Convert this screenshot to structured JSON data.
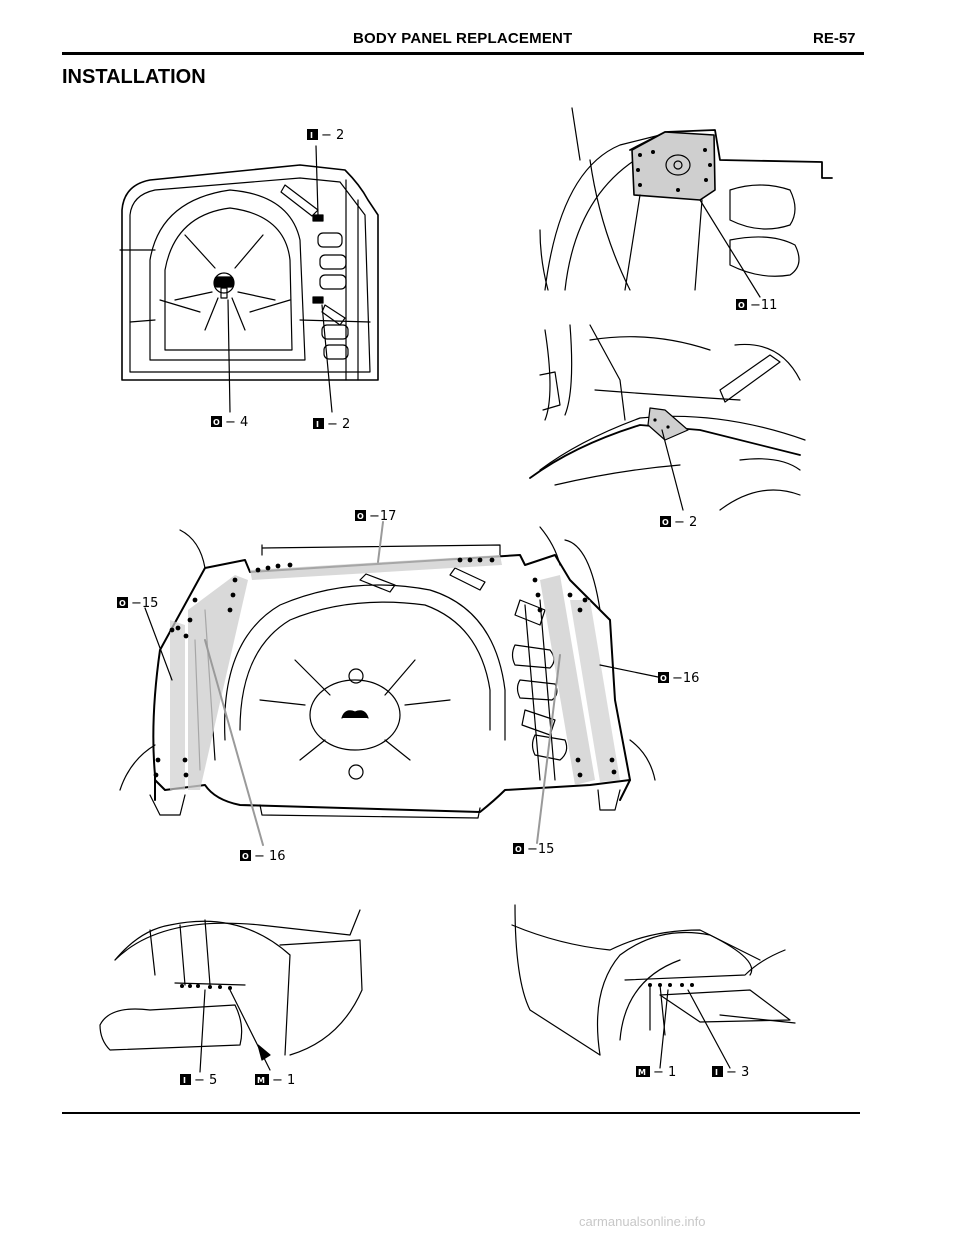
{
  "header": {
    "title": "BODY PANEL REPLACEMENT",
    "page": "RE-57"
  },
  "section": {
    "title": "INSTALLATION"
  },
  "callouts": [
    {
      "type": "I",
      "value": "− 2"
    },
    {
      "type": "O",
      "value": "− 4"
    },
    {
      "type": "I",
      "value": "− 2"
    },
    {
      "type": "O",
      "value": "−11"
    },
    {
      "type": "O",
      "value": "− 2"
    },
    {
      "type": "O",
      "value": "−17"
    },
    {
      "type": "O",
      "value": "−15"
    },
    {
      "type": "O",
      "value": "−16"
    },
    {
      "type": "O",
      "value": "− 16"
    },
    {
      "type": "O",
      "value": "−15"
    },
    {
      "type": "I",
      "value": "− 5"
    },
    {
      "type": "M",
      "value": "− 1"
    },
    {
      "type": "M",
      "value": "− 1"
    },
    {
      "type": "I",
      "value": "− 3"
    }
  ],
  "footer": {
    "watermark": "carmanualsonline.info"
  }
}
